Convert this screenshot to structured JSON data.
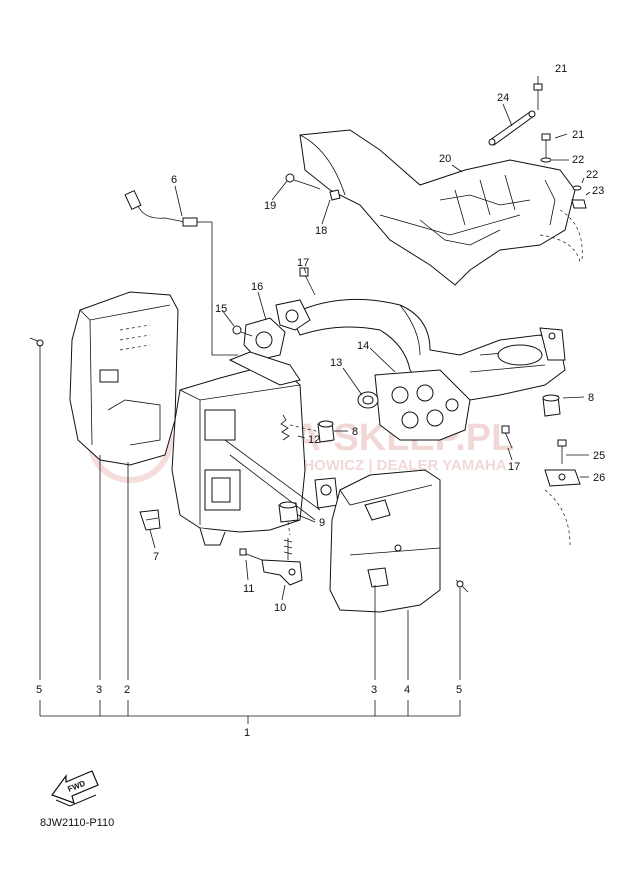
{
  "diagram": {
    "code": "8JW2110-P110",
    "direction_label": "FWD",
    "watermark": {
      "line1": "MMA-SKLEP.PL",
      "line2": "WALICHOWICZ | DEALER YAMAHA"
    },
    "callouts": {
      "c21a": "21",
      "c24": "24",
      "c21b": "21",
      "c22a": "22",
      "c22b": "22",
      "c23": "23",
      "c20": "20",
      "c6": "6",
      "c19": "19",
      "c18": "18",
      "c17a": "17",
      "c16": "16",
      "c15": "15",
      "c14": "14",
      "c13": "13",
      "c8a": "8",
      "c8b": "8",
      "c12": "12",
      "c17b": "17",
      "c25": "25",
      "c26": "26",
      "c9": "9",
      "c7": "7",
      "c11": "11",
      "c10": "10",
      "c5a": "5",
      "c3a": "3",
      "c2": "2",
      "c3b": "3",
      "c4": "4",
      "c5b": "5",
      "c1": "1"
    }
  }
}
